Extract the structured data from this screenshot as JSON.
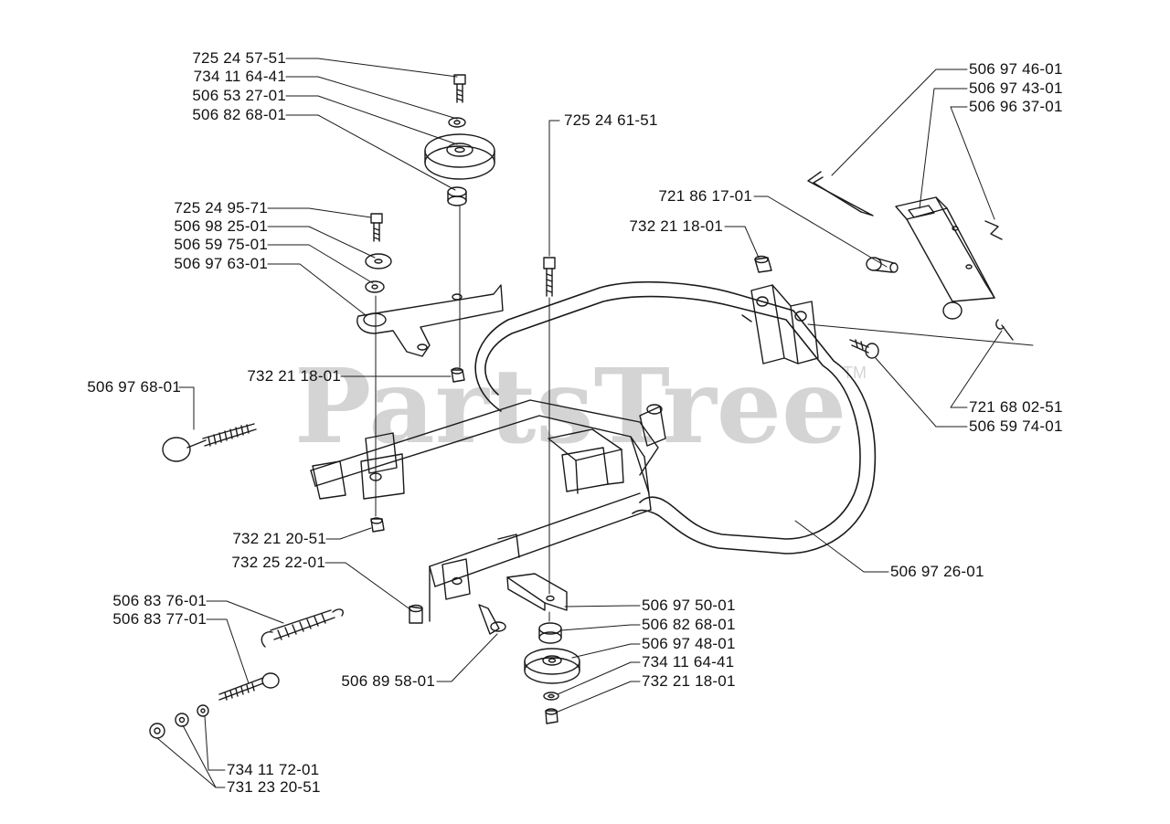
{
  "watermark": {
    "text": "PartsTree",
    "trademark": "TM"
  },
  "labels": [
    {
      "id": "l1",
      "text": "725 24 57-51"
    },
    {
      "id": "l2",
      "text": "734 11 64-41"
    },
    {
      "id": "l3",
      "text": "506 53 27-01"
    },
    {
      "id": "l4",
      "text": "506 82 68-01"
    },
    {
      "id": "l5",
      "text": "725 24 95-71"
    },
    {
      "id": "l6",
      "text": "506 98 25-01"
    },
    {
      "id": "l7",
      "text": "506 59 75-01"
    },
    {
      "id": "l8",
      "text": "506 97 63-01"
    },
    {
      "id": "l9",
      "text": "732 21 18-01"
    },
    {
      "id": "l10",
      "text": "506 97 68-01"
    },
    {
      "id": "l11",
      "text": "732 21 20-51"
    },
    {
      "id": "l12",
      "text": "732 25 22-01"
    },
    {
      "id": "l13",
      "text": "506 83 76-01"
    },
    {
      "id": "l14",
      "text": "506 83 77-01"
    },
    {
      "id": "l15",
      "text": "506 89 58-01"
    },
    {
      "id": "l16",
      "text": "734 11 72-01"
    },
    {
      "id": "l17",
      "text": "731 23 20-51"
    },
    {
      "id": "l18",
      "text": "725 24 61-51"
    },
    {
      "id": "l19",
      "text": "721 86 17-01"
    },
    {
      "id": "l20",
      "text": "732 21 18-01"
    },
    {
      "id": "l21",
      "text": "506 97 46-01"
    },
    {
      "id": "l22",
      "text": "506 97 43-01"
    },
    {
      "id": "l23",
      "text": "506 96 37-01"
    },
    {
      "id": "l24",
      "text": "721 68 02-51"
    },
    {
      "id": "l25",
      "text": "506 59 74-01"
    },
    {
      "id": "l26",
      "text": "506 97 26-01"
    },
    {
      "id": "l27",
      "text": "506 97 50-01"
    },
    {
      "id": "l28",
      "text": "506 82 68-01"
    },
    {
      "id": "l29",
      "text": "506 97 48-01"
    },
    {
      "id": "l30",
      "text": "734 11 64-41"
    },
    {
      "id": "l31",
      "text": "732 21 18-01"
    }
  ]
}
